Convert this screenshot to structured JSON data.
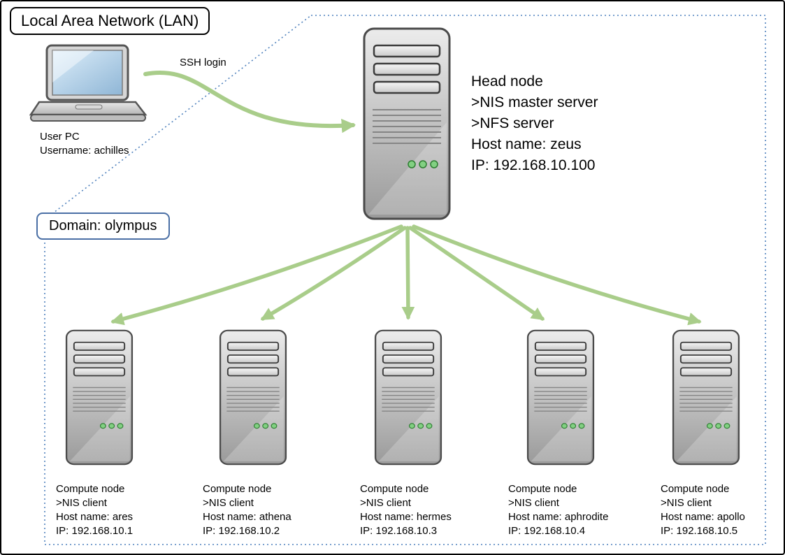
{
  "lan_box": {
    "label": "Local Area Network (LAN)"
  },
  "user_pc": {
    "name": "User PC",
    "username": "Username: achilles"
  },
  "ssh": {
    "label": "SSH login"
  },
  "domain": {
    "label": "Domain: olympus"
  },
  "head_node": {
    "lines": [
      "Head node",
      ">NIS master server",
      ">NFS server",
      "Host name: zeus",
      "IP: 192.168.10.100"
    ]
  },
  "compute_nodes": [
    {
      "lines": [
        "Compute node",
        ">NIS client",
        "Host name: ares",
        "IP: 192.168.10.1"
      ]
    },
    {
      "lines": [
        "Compute node",
        ">NIS client",
        "Host name: athena",
        "IP: 192.168.10.2"
      ]
    },
    {
      "lines": [
        "Compute node",
        ">NIS client",
        "Host name: hermes",
        "IP: 192.168.10.3"
      ]
    },
    {
      "lines": [
        "Compute node",
        ">NIS client",
        "Host name: aphrodite",
        "IP: 192.168.10.4"
      ]
    },
    {
      "lines": [
        "Compute node",
        ">NIS client",
        "Host name: apollo",
        "IP: 192.168.10.5"
      ]
    }
  ],
  "colors": {
    "arrow_green": "#a9cd8a",
    "domain_dotted_blue": "#4f81bd",
    "domain_box_border": "#4a6fa5",
    "lan_box_border": "#000000",
    "led_green": "#82d082"
  }
}
